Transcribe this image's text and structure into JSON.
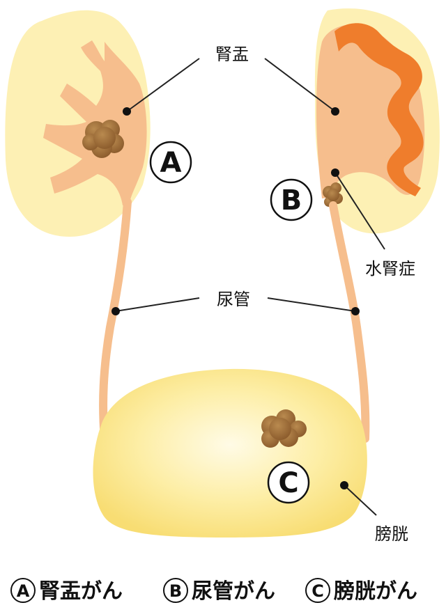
{
  "labels": {
    "renal_pelvis": "腎盂",
    "ureter": "尿管",
    "hydronephrosis": "水腎症",
    "bladder": "膀胱"
  },
  "markers": {
    "a": "A",
    "b": "B",
    "c": "C"
  },
  "legend": [
    {
      "letter": "A",
      "text": "腎盂がん"
    },
    {
      "letter": "B",
      "text": "尿管がん"
    },
    {
      "letter": "C",
      "text": "膀胱がん"
    }
  ],
  "colors": {
    "kidney_fill": "#fdf0b4",
    "pelvis_fill": "#f6be8d",
    "dilated_pelvis": "#ef7d2c",
    "bladder_fill": "#fbe58a",
    "tumor": "#9a6a37",
    "line": "#222222"
  }
}
